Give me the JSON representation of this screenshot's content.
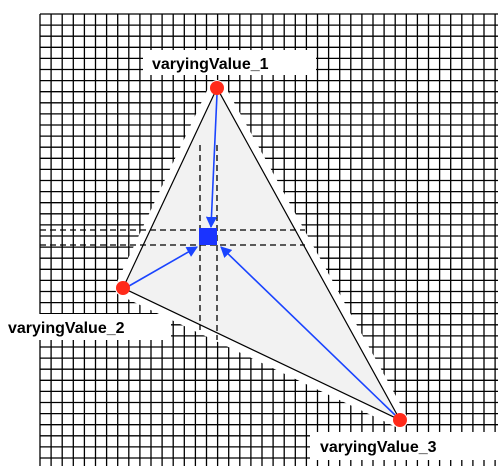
{
  "labels": {
    "vertex_1": "varyingValue_1",
    "vertex_2": "varyingValue_2",
    "vertex_3": "varyingValue_3"
  },
  "colors": {
    "grid": "#000000",
    "triangle_fill": "#f2f2f2",
    "vertex_point": "#ff2a1a",
    "interpolated_point": "#1a33ff",
    "arrow": "#1a44ff"
  }
}
